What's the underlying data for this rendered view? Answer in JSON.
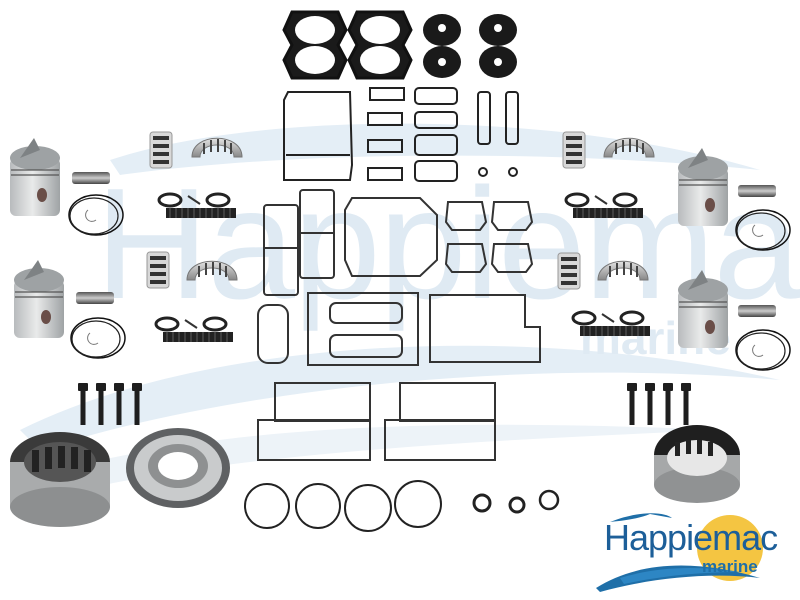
{
  "image": {
    "subject": "Outboard engine powerhead rebuild kit",
    "background_color": "#ffffff"
  },
  "watermark": {
    "brand": "Happiemac",
    "sub": "marine",
    "color": "#dfeaf3"
  },
  "logo": {
    "brand": "Happiemac",
    "sub": "marine",
    "brand_color": "#1d5f99",
    "wave_color": "#1f6fa8",
    "sun_color": "#f4c542"
  },
  "parts": {
    "pistons": 4,
    "wrist_pins": 4,
    "piston_ring_sets": 4,
    "needle_bearing_cages": 4,
    "connecting_rod_bearings": 4,
    "thrust_washer_sets": 4,
    "loose_needle_rows": 4,
    "rod_bolt_sets": 2,
    "main_bearings": 3,
    "head_gaskets": 2,
    "cylinder_cover_gaskets": 2,
    "misc_gaskets": "many",
    "o_rings_large": 4,
    "o_rings_small": 3
  }
}
